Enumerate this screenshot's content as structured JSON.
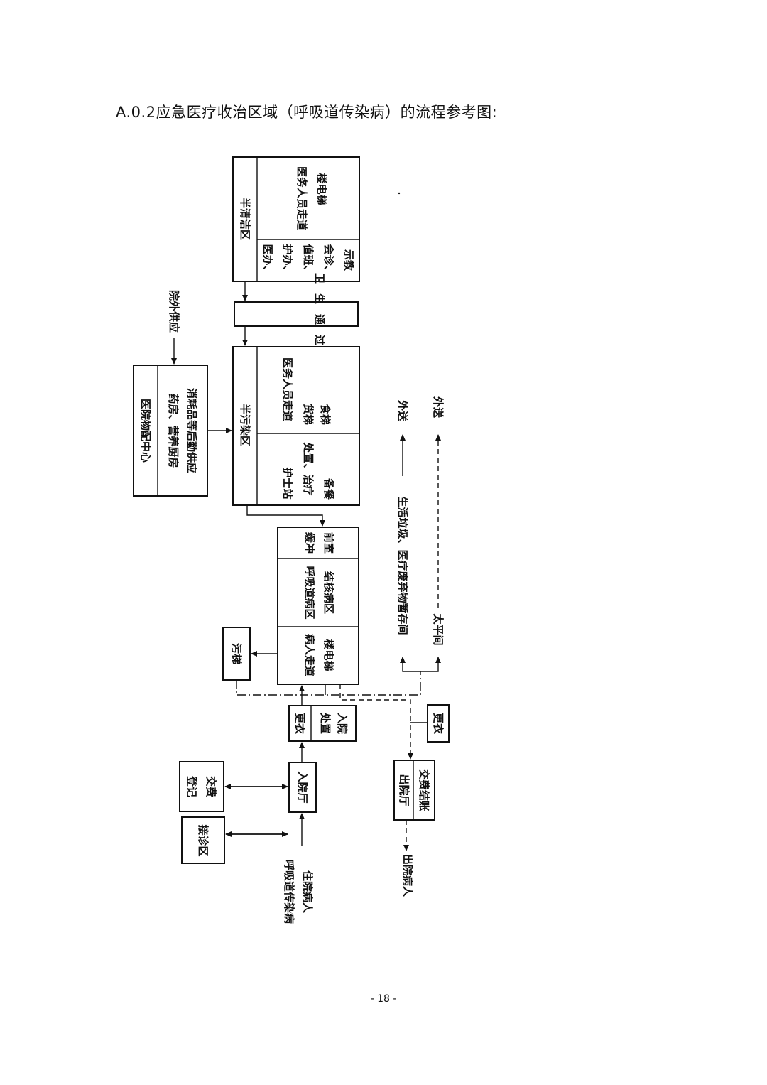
{
  "page": {
    "heading": "A.0.2应急医疗收治区域（呼吸道传染病）的流程参考图:",
    "page_number": "- 18 -"
  },
  "diagram": {
    "semi_clean": {
      "title": "半清洁区",
      "col_a": [
        "医办、",
        "护办、",
        "值班、",
        "会诊、",
        "示教"
      ],
      "col_b": [
        "医务人员走道",
        "楼电梯"
      ]
    },
    "sanitation": "卫生通过",
    "semi_contaminated": {
      "title": "半污染区",
      "col_a": [
        "护士站",
        "处置、治疗",
        "备餐"
      ],
      "col_b": [
        "医务人员走道",
        "货梯",
        "食梯"
      ]
    },
    "supply_center": {
      "title": "医院物配中心",
      "lines": [
        "药房、营养厨房",
        "消耗品等后勤供应"
      ]
    },
    "external_supply": "院外供应",
    "ward": {
      "c1": [
        "病人走道",
        "楼电梯"
      ],
      "c2": [
        "呼吸道病区",
        "结核病区"
      ],
      "c3": [
        "缓冲",
        "前室"
      ]
    },
    "dirty_lift": "污梯",
    "changing_in": "更衣",
    "treatment_admit": [
      "处置",
      "入院"
    ],
    "changing_out": "更衣",
    "admission_hall": "入院厅",
    "registration": [
      "登记",
      "交费"
    ],
    "reception": "接诊区",
    "incoming": [
      "呼吸道传染病",
      "住院病人"
    ],
    "discharge_hall": "出院厅",
    "billing": "交费结账",
    "outgoing": "出院病人",
    "waste_row": "生活垃圾、医疗废弃物暂存间",
    "morgue_row": "太平间",
    "out1": "外送",
    "out2": "外送"
  }
}
